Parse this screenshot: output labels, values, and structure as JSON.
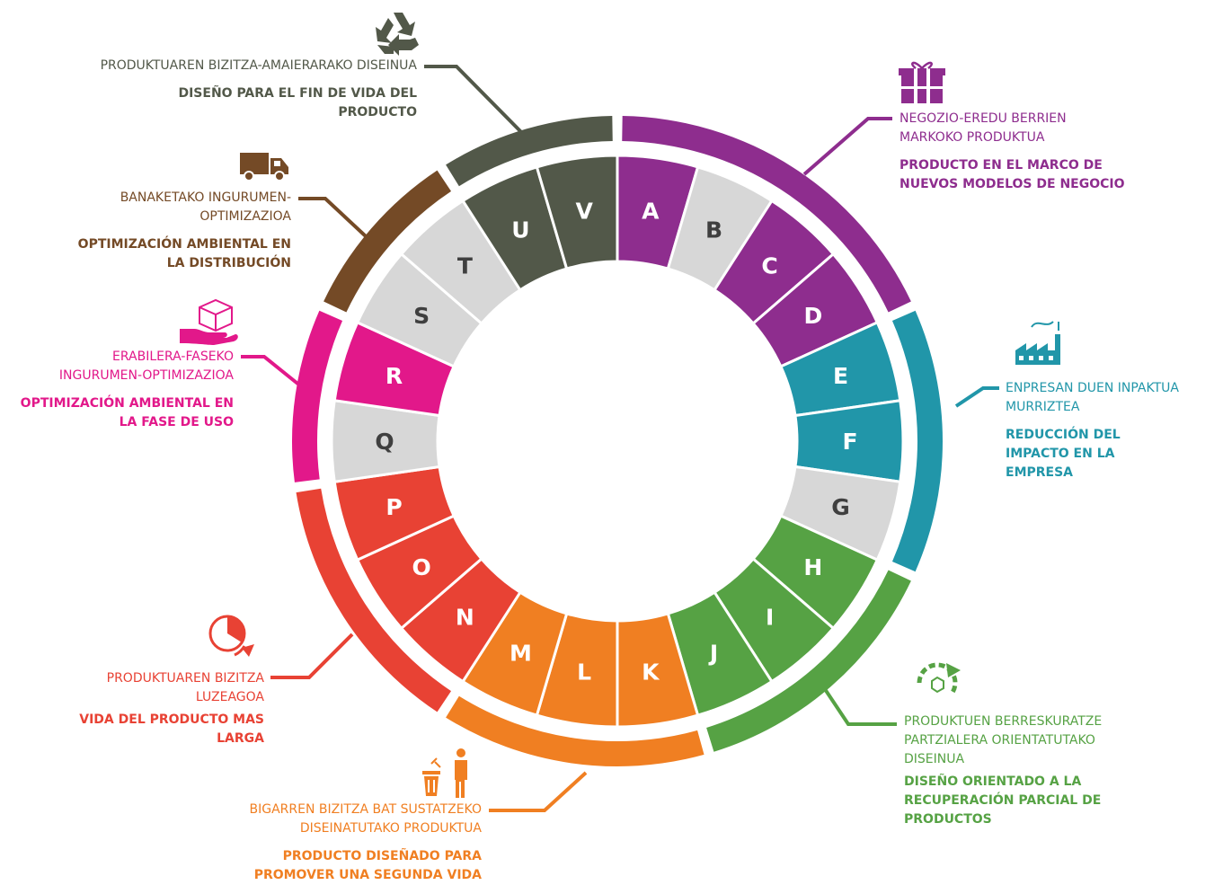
{
  "segments": [
    {
      "letter": "A",
      "color": "#8e2d8e"
    },
    {
      "letter": "B",
      "color": "#d7d7d7"
    },
    {
      "letter": "C",
      "color": "#8e2d8e"
    },
    {
      "letter": "D",
      "color": "#8e2d8e"
    },
    {
      "letter": "E",
      "color": "#2196a9"
    },
    {
      "letter": "F",
      "color": "#2196a9"
    },
    {
      "letter": "G",
      "color": "#d7d7d7"
    },
    {
      "letter": "H",
      "color": "#56a244"
    },
    {
      "letter": "I",
      "color": "#56a244"
    },
    {
      "letter": "J",
      "color": "#56a244"
    },
    {
      "letter": "K",
      "color": "#f07f22"
    },
    {
      "letter": "L",
      "color": "#f07f22"
    },
    {
      "letter": "M",
      "color": "#f07f22"
    },
    {
      "letter": "N",
      "color": "#e84234"
    },
    {
      "letter": "O",
      "color": "#e84234"
    },
    {
      "letter": "P",
      "color": "#e84234"
    },
    {
      "letter": "Q",
      "color": "#d7d7d7"
    },
    {
      "letter": "R",
      "color": "#e2188a"
    },
    {
      "letter": "S",
      "color": "#d7d7d7"
    },
    {
      "letter": "T",
      "color": "#d7d7d7"
    },
    {
      "letter": "U",
      "color": "#525849"
    },
    {
      "letter": "V",
      "color": "#525849"
    }
  ],
  "categories": [
    {
      "key": "new-business",
      "color": "#8e2d8e",
      "icon": "gift-icon",
      "eu": "NEGOZIO-EREDU BERRIEN MARKOKO PRODUKTUA",
      "es": "PRODUCTO EN EL MARCO DE NUEVOS MODELOS DE NEGOCIO"
    },
    {
      "key": "company-impact",
      "color": "#2196a9",
      "icon": "factory-icon",
      "eu": "ENPRESAN DUEN INPAKTUA MURRIZTEA",
      "es": "REDUCCIÓN DEL IMPACTO EN LA EMPRESA"
    },
    {
      "key": "partial-recovery",
      "color": "#56a244",
      "icon": "recovery-cycle-icon",
      "eu": "PRODUKTUEN BERRESKURATZE PARTZIALERA ORIENTATUTAKO DISEINUA",
      "es": "DISEÑO ORIENTADO A LA RECUPERACIÓN PARCIAL DE PRODUCTOS"
    },
    {
      "key": "second-life",
      "color": "#f07f22",
      "icon": "person-bin-icon",
      "eu": "BIGARREN BIZITZA BAT SUSTATZEKO DISEINATUTAKO PRODUKTUA",
      "es": "PRODUCTO DISEÑADO PARA PROMOVER UNA SEGUNDA VIDA"
    },
    {
      "key": "longer-life",
      "color": "#e84234",
      "icon": "timer-icon",
      "eu": "PRODUKTUAREN BIZITZA LUZEAGOA",
      "es": "VIDA DEL PRODUCTO MAS LARGA"
    },
    {
      "key": "use-phase",
      "color": "#e2188a",
      "icon": "hand-box-icon",
      "eu": "ERABILERA-FASEKO INGURUMEN-OPTIMIZAZIOA",
      "es": "OPTIMIZACIÓN AMBIENTAL EN LA FASE DE USO"
    },
    {
      "key": "distribution",
      "color": "#744a26",
      "icon": "delivery-truck-icon",
      "eu": "BANAKETAKO INGURUMEN-OPTIMIZAZIOA",
      "es": "OPTIMIZACIÓN AMBIENTAL EN LA DISTRIBUCIÓN"
    },
    {
      "key": "end-of-life",
      "color": "#525849",
      "icon": "recycle-icon",
      "eu": "PRODUKTUAREN BIZITZA-AMAIERARAKO DISEINUA",
      "es": "DISEÑO PARA EL FIN DE VIDA DEL PRODUCTO"
    }
  ]
}
